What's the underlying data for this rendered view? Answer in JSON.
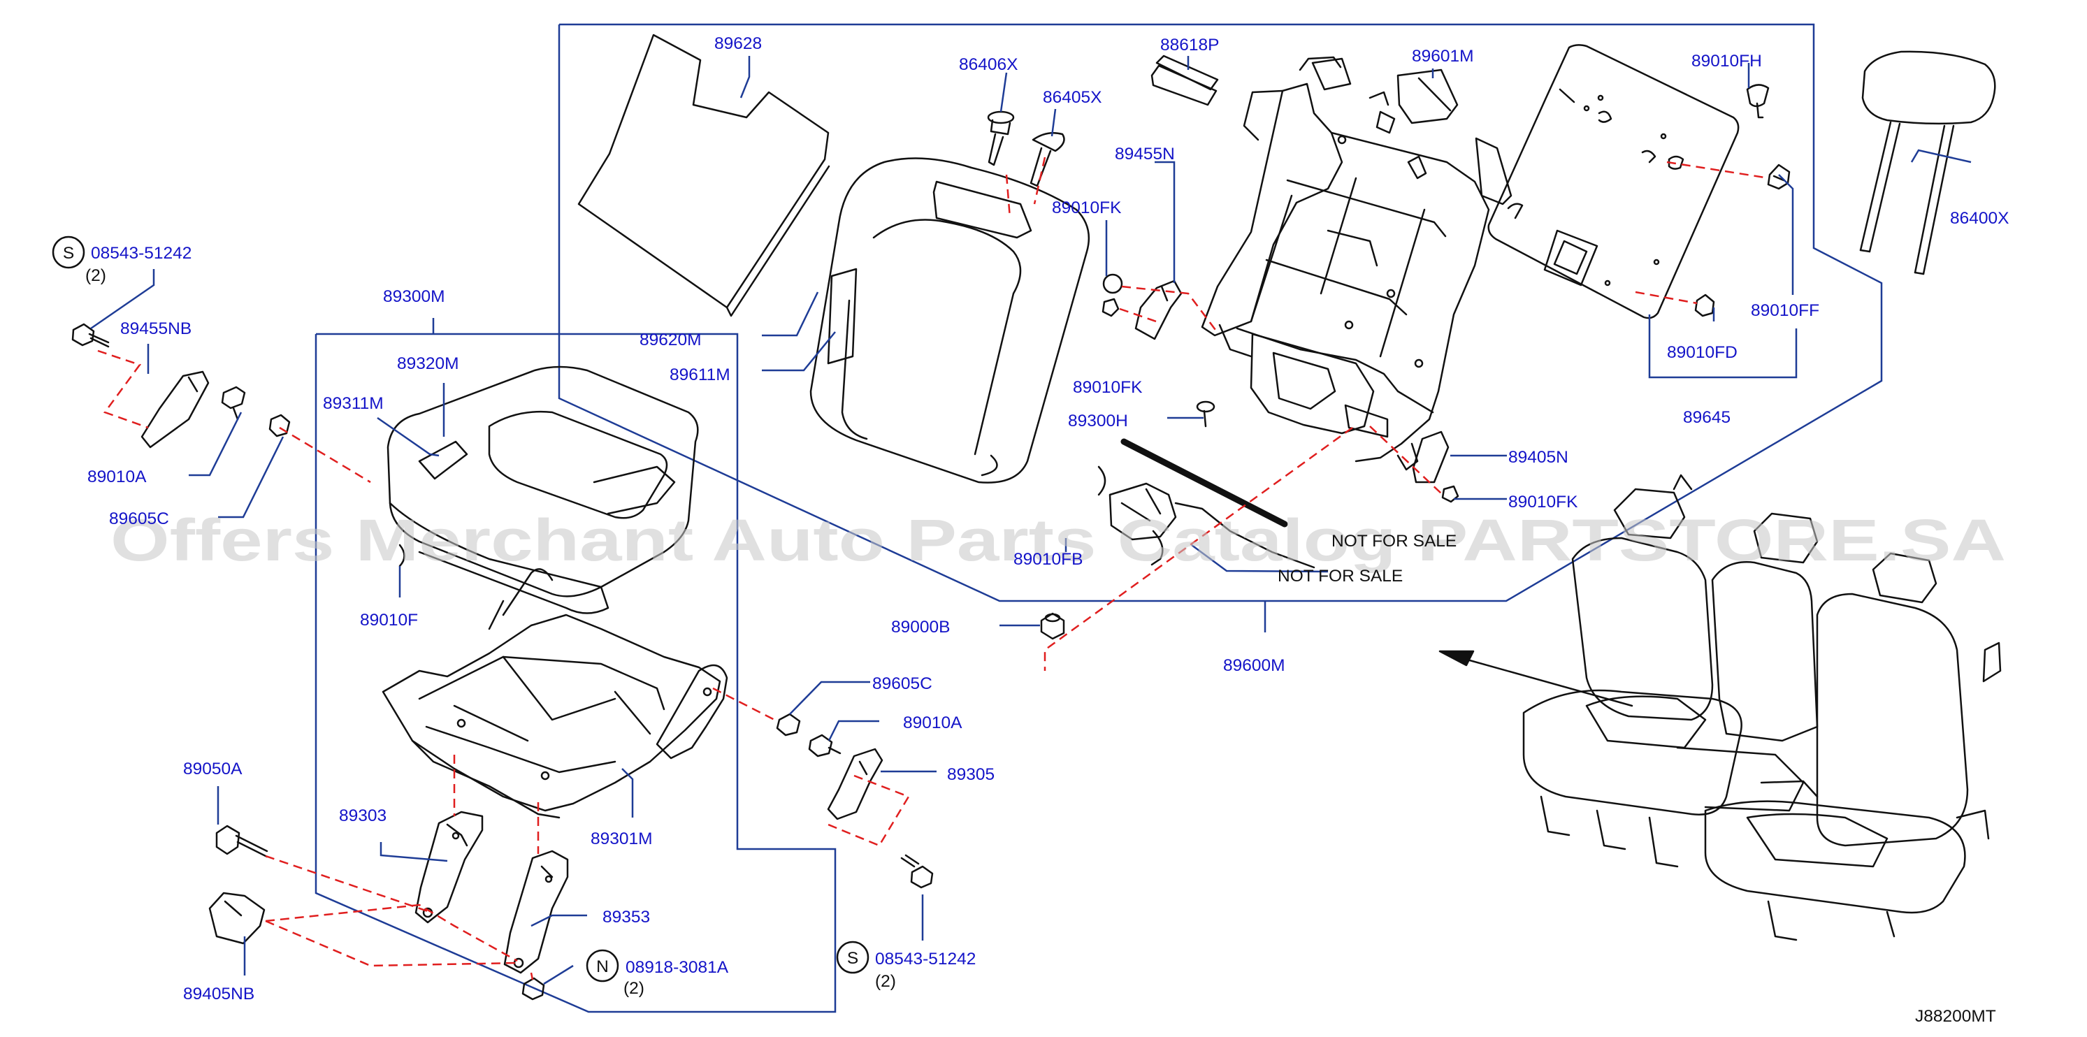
{
  "watermark": "Offers Merchant Auto Parts Catalog PARTSTORE.SA",
  "diagram_code": "J88200MT",
  "not_for_sale": "NOT  FOR  SALE",
  "callouts": {
    "s_symbol": "S",
    "n_symbol": "N",
    "qty_2": "(2)"
  },
  "parts": {
    "p89628": "89628",
    "p86406X": "86406X",
    "p86405X": "86405X",
    "p88618P": "88618P",
    "p89601M": "89601M",
    "p89010FH": "89010FH",
    "p86400X": "86400X",
    "p89455N": "89455N",
    "p89010FK_a": "89010FK",
    "p89010FK_b": "89010FK",
    "p89010FK_c": "89010FK",
    "p89620M": "89620M",
    "p89611M": "89611M",
    "p89300H": "89300H",
    "p89405N": "89405N",
    "p89010FF": "89010FF",
    "p89010FD": "89010FD",
    "p89645": "89645",
    "p89600M": "89600M",
    "p89010FB": "89010FB",
    "p89000B": "89000B",
    "p08543_top": "08543-51242",
    "p89455NB": "89455NB",
    "p89300M": "89300M",
    "p89320M": "89320M",
    "p89311M": "89311M",
    "p89010A_left": "89010A",
    "p89605C_left": "89605C",
    "p89010F": "89010F",
    "p89605C_right": "89605C",
    "p89010A_right": "89010A",
    "p89305": "89305",
    "p89050A": "89050A",
    "p89303": "89303",
    "p89301M": "89301M",
    "p89353": "89353",
    "p08918": "08918-3081A",
    "p08543_bot": "08543-51242",
    "p89405NB": "89405NB"
  },
  "colors": {
    "label_blue": "#1414c8",
    "leader_blue": "#1e3c96",
    "dash_red": "#e01e1e",
    "line_black": "#111111",
    "watermark_gray": "#c8c8c8"
  }
}
